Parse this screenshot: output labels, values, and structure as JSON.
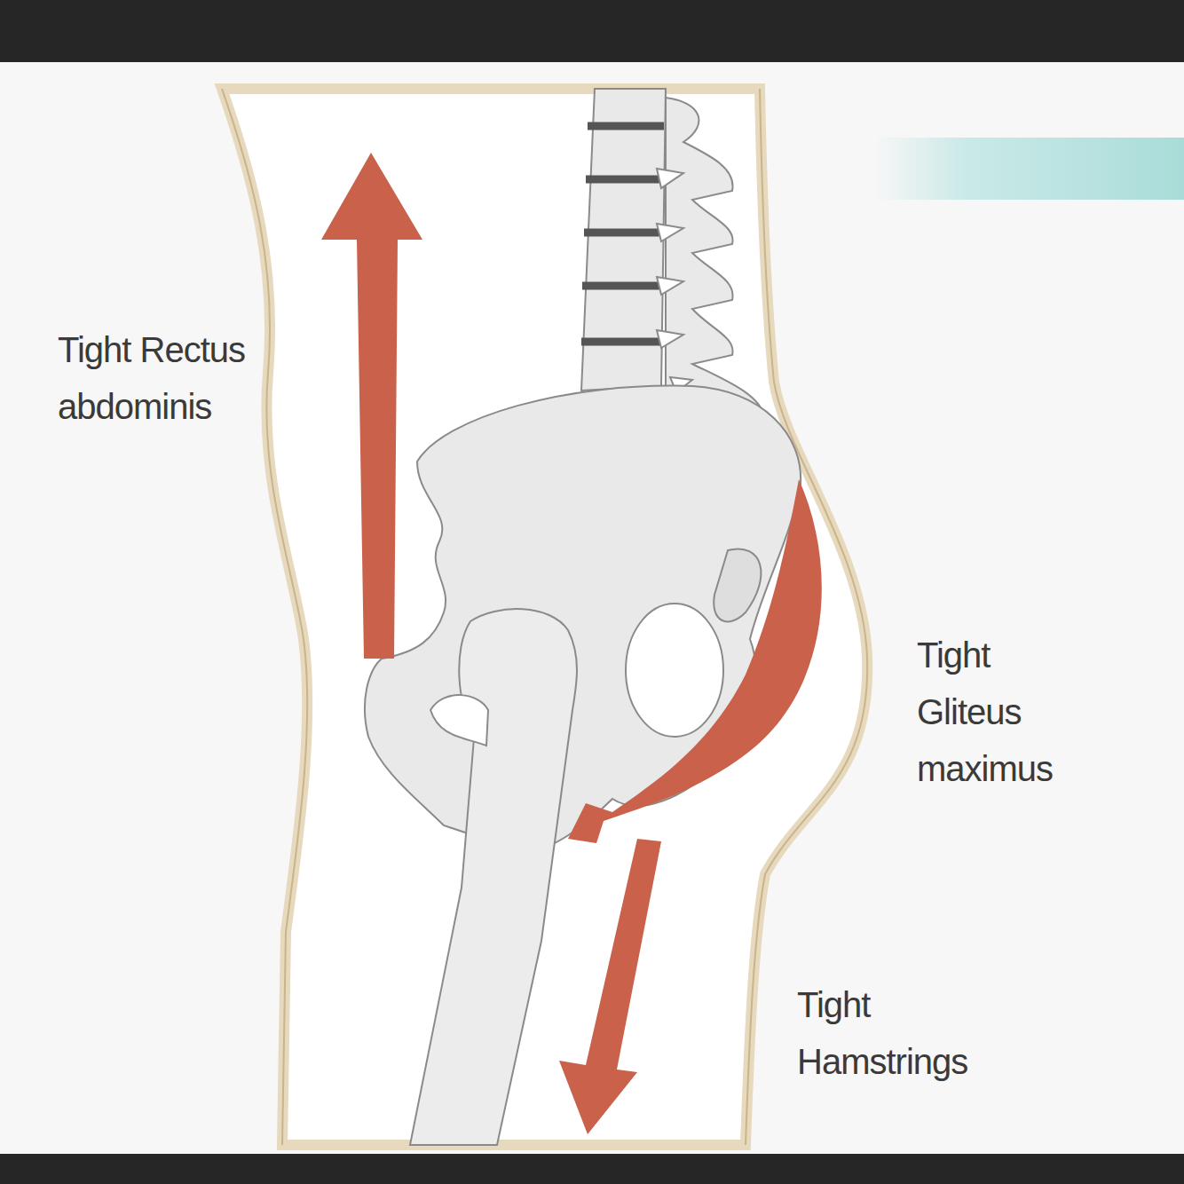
{
  "diagram": {
    "labels": [
      "Tight Rectus abdominis",
      "Tight Gliteus maximus",
      "Tight Hamstrings"
    ]
  }
}
